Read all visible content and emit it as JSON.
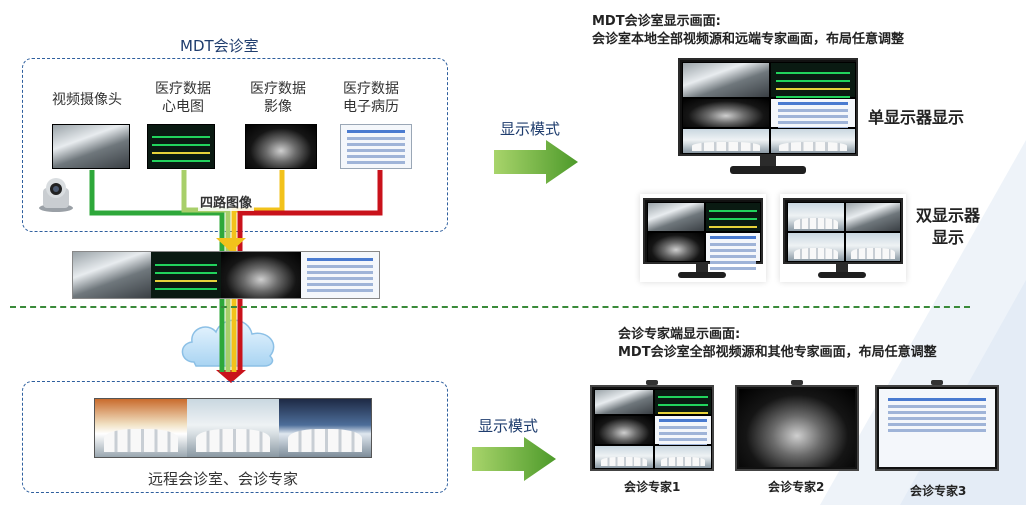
{
  "mdt_room": {
    "title": "MDT会诊室",
    "sources": [
      {
        "line1": "视频摄像头",
        "line2": ""
      },
      {
        "line1": "医疗数据",
        "line2": "心电图"
      },
      {
        "line1": "医疗数据",
        "line2": "影像"
      },
      {
        "line1": "医疗数据",
        "line2": "电子病历"
      }
    ],
    "combined_label": "四路图像"
  },
  "remote": {
    "label": "远程会诊室、会诊专家"
  },
  "display_mode_top": "显示模式",
  "display_mode_bottom": "显示模式",
  "mdt_display": {
    "heading_line1": "MDT会诊室显示画面:",
    "heading_line2": "会诊室本地全部视频源和远端专家画面，布局任意调整",
    "single_label": "单显示器显示",
    "dual_label_line1": "双显示器",
    "dual_label_line2": "显示"
  },
  "expert_display": {
    "heading_line1": "会诊专家端显示画面:",
    "heading_line2": "MDT会诊室全部视频源和其他专家画面，布局任意调整",
    "experts": [
      "会诊专家1",
      "会诊专家2",
      "会诊专家3"
    ]
  },
  "colors": {
    "green": "#2ea83a",
    "light_green": "#a8cf6a",
    "yellow": "#f2c21b",
    "red": "#c9121b",
    "arrow_green": "#6fb23a",
    "frame_blue": "#2e5f9e"
  }
}
